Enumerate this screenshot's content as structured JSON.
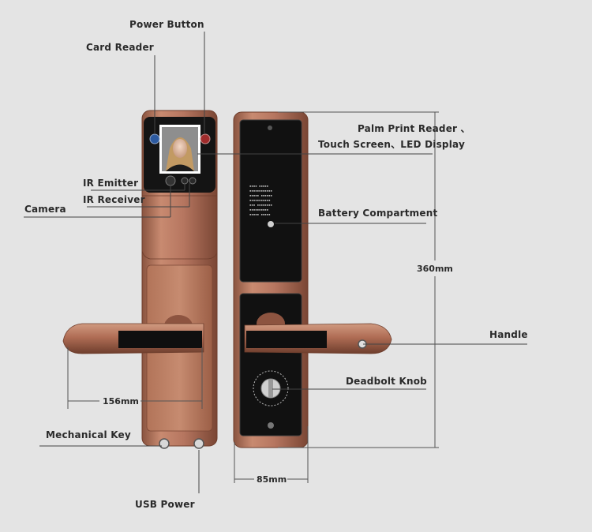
{
  "labels": {
    "power_button": "Power Button",
    "card_reader": "Card Reader",
    "ir_emitter": "IR Emitter",
    "ir_receiver": "IR Receiver",
    "camera": "Camera",
    "palm_print_reader": "Palm Print Reader 、",
    "touch_screen_led": "Touch Screen、LED Display",
    "battery_compartment": "Battery Compartment",
    "handle": "Handle",
    "deadbolt_knob": "Deadbolt Knob",
    "mechanical_key": "Mechanical Key",
    "usb_power": "USB Power"
  },
  "dimensions": {
    "height": "360mm",
    "handle_width": "156mm",
    "body_width": "85mm"
  },
  "colors": {
    "background": "#e4e4e4",
    "copper": "#b5755a",
    "copper_dark": "#7e4a36",
    "panel_black": "#111111",
    "leader_line": "#444444"
  }
}
